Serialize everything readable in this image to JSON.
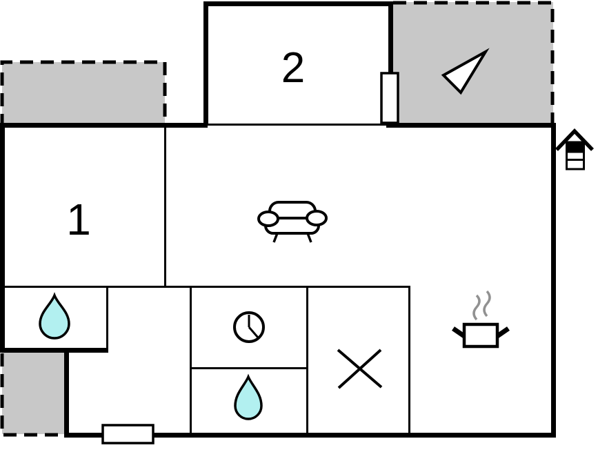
{
  "plan": {
    "type": "floorplan",
    "rooms": [
      {
        "id": "room-1",
        "label": "1"
      },
      {
        "id": "room-2",
        "label": "2"
      }
    ],
    "colors": {
      "wall": "#000000",
      "terrace_fill": "#c8c8c8",
      "water": "#b2f0f0",
      "steam": "#919191",
      "door_fill": "#ffffff",
      "background": "#ffffff"
    },
    "icons": [
      {
        "name": "north-arrow-icon",
        "meaning": "orientation arrow on upper terrace"
      },
      {
        "name": "wood-stove-icon",
        "meaning": "stove / chimney marker outside right wall"
      },
      {
        "name": "sofa-icon",
        "meaning": "living room sofa"
      },
      {
        "name": "water-drop-icon-bathroom",
        "meaning": "water / washbasin in small room"
      },
      {
        "name": "clock-icon",
        "meaning": "appliance timer in kitchen cell"
      },
      {
        "name": "water-drop-icon-kitchen",
        "meaning": "sink in kitchen cell"
      },
      {
        "name": "shower-cross-icon",
        "meaning": "shower / fixture cross"
      },
      {
        "name": "cooking-pot-icon",
        "meaning": "kitchen stove with steam"
      }
    ],
    "features": {
      "terraces": [
        "top-left",
        "top-right",
        "bottom-left"
      ],
      "doors": [
        "room-2-terrace-door",
        "main-entrance-door"
      ]
    }
  }
}
